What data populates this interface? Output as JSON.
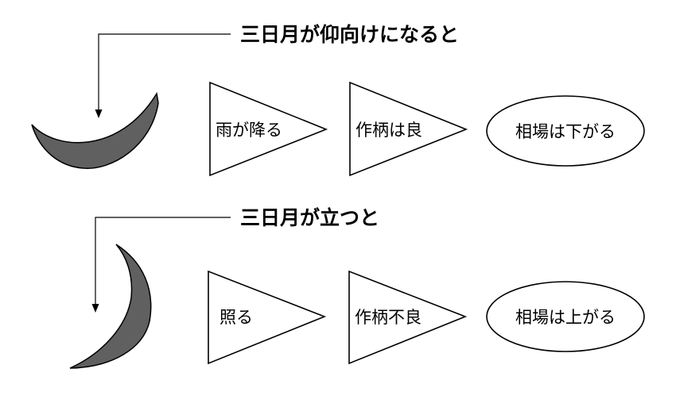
{
  "rows": [
    {
      "heading": "三日月が仰向けになると",
      "moon": "crescent-moon-lying-on-back",
      "steps": [
        "雨が降る",
        "作柄は良"
      ],
      "result": "相場は下がる"
    },
    {
      "heading": "三日月が立つと",
      "moon": "crescent-moon-standing-upright",
      "steps": [
        "照る",
        "作柄不良"
      ],
      "result": "相場は上がる"
    }
  ],
  "colors": {
    "moon_fill": "#606060",
    "line": "#000000",
    "background": "#ffffff"
  }
}
